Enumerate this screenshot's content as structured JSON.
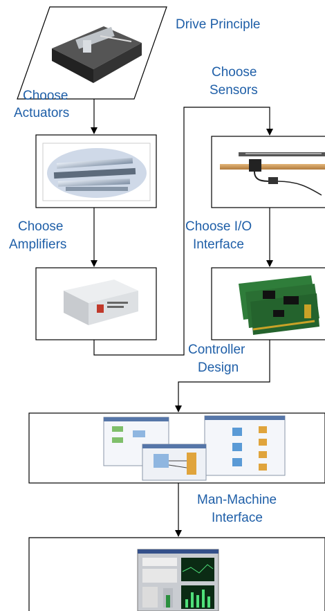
{
  "labels": {
    "drive_principle": "Drive Principle",
    "choose_actuators_1": "Choose",
    "choose_actuators_2": "Actuators",
    "choose_sensors_1": "Choose",
    "choose_sensors_2": "Sensors",
    "choose_amplifiers_1": "Choose",
    "choose_amplifiers_2": "Amplifiers",
    "choose_io_1": "Choose I/O",
    "choose_io_2": "Interface",
    "controller_design_1": "Controller",
    "controller_design_2": "Design",
    "man_machine_1": "Man-Machine",
    "man_machine_2": "Interface"
  },
  "colors": {
    "label_blue": "#1f5fa8",
    "line": "#000000"
  },
  "images": {
    "drive_principle": "linear-stage-photo",
    "actuators": "linear-motor-parts-photo",
    "amplifiers": "amplifier-module-photo",
    "sensors": "linear-encoder-photo",
    "io_interface": "io-cards-photo",
    "controller_design": "block-diagram-screenshots",
    "hmi": "control-panel-screenshot"
  }
}
